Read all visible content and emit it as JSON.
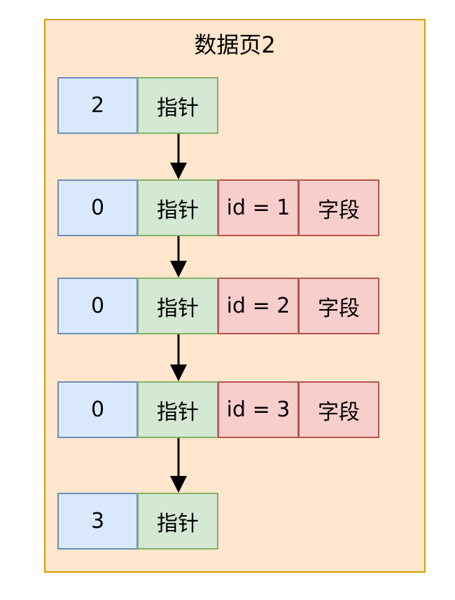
{
  "title": "数据页2",
  "records": [
    {
      "num": "2",
      "pointer": "指针"
    },
    {
      "num": "0",
      "pointer": "指针",
      "id": "id = 1",
      "field": "字段"
    },
    {
      "num": "0",
      "pointer": "指针",
      "id": "id = 2",
      "field": "字段"
    },
    {
      "num": "0",
      "pointer": "指针",
      "id": "id = 3",
      "field": "字段"
    },
    {
      "num": "3",
      "pointer": "指针"
    }
  ],
  "colors": {
    "page_fill": "#ffe6cc",
    "page_border": "#d79b00",
    "num_fill": "#dae8fc",
    "num_border": "#6c8ebf",
    "pointer_fill": "#d5e8d4",
    "pointer_border": "#82b366",
    "data_fill": "#f8cecc",
    "data_border": "#b85450",
    "arrow": "#000000"
  }
}
